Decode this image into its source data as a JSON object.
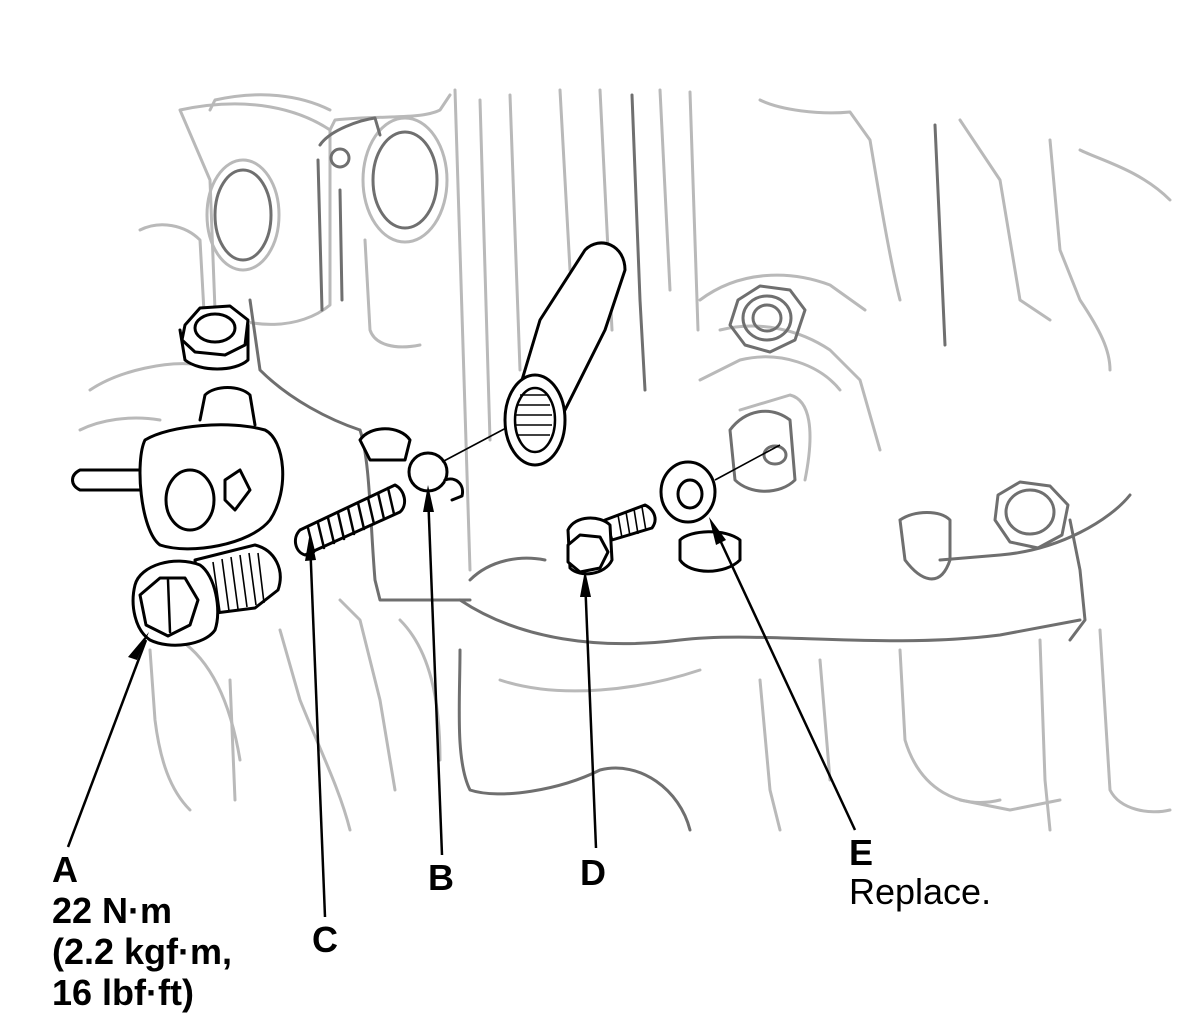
{
  "labels": {
    "a": {
      "letter": "A",
      "torque_nm": "22 N·m",
      "torque_kgf": "(2.2 kgf·m,",
      "torque_lbf": "16 lbf·ft)"
    },
    "b": {
      "letter": "B"
    },
    "c": {
      "letter": "C"
    },
    "d": {
      "letter": "D"
    },
    "e": {
      "letter": "E",
      "note": "Replace."
    }
  }
}
